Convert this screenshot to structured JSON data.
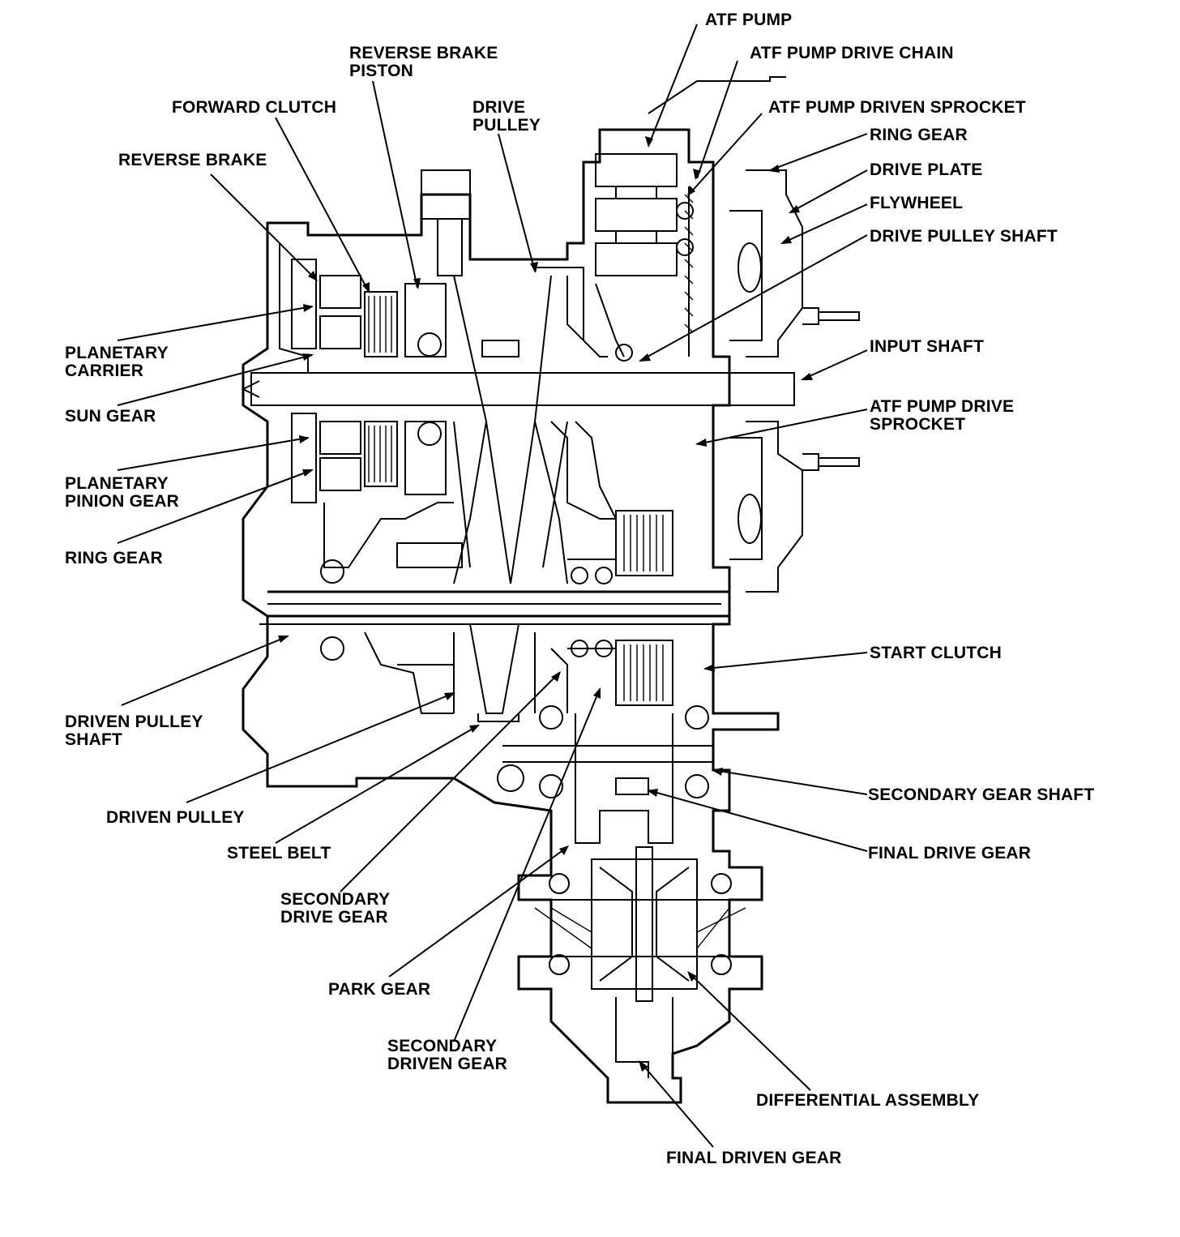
{
  "labels": {
    "atf_pump": "ATF PUMP",
    "atf_pump_drive_chain": "ATF PUMP DRIVE CHAIN",
    "atf_pump_driven_sprocket": "ATF PUMP DRIVEN SPROCKET",
    "ring_gear_top": "RING GEAR",
    "drive_plate": "DRIVE PLATE",
    "flywheel": "FLYWHEEL",
    "drive_pulley_shaft": "DRIVE PULLEY SHAFT",
    "input_shaft": "INPUT SHAFT",
    "atf_pump_drive_sprocket": "ATF PUMP DRIVE\nSPROCKET",
    "start_clutch": "START CLUTCH",
    "secondary_gear_shaft": "SECONDARY GEAR SHAFT",
    "final_drive_gear": "FINAL DRIVE GEAR",
    "differential_assembly": "DIFFERENTIAL ASSEMBLY",
    "final_driven_gear": "FINAL DRIVEN GEAR",
    "secondary_driven_gear": "SECONDARY\nDRIVEN GEAR",
    "park_gear": "PARK GEAR",
    "secondary_drive_gear": "SECONDARY\nDRIVE GEAR",
    "steel_belt": "STEEL BELT",
    "driven_pulley": "DRIVEN PULLEY",
    "driven_pulley_shaft": "DRIVEN PULLEY\nSHAFT",
    "ring_gear_left": "RING GEAR",
    "planetary_pinion_gear": "PLANETARY\nPINION GEAR",
    "sun_gear": "SUN GEAR",
    "planetary_carrier": "PLANETARY\nCARRIER",
    "reverse_brake": "REVERSE BRAKE",
    "forward_clutch": "FORWARD CLUTCH",
    "reverse_brake_piston": "REVERSE BRAKE\nPISTON",
    "drive_pulley": "DRIVE\nPULLEY"
  }
}
